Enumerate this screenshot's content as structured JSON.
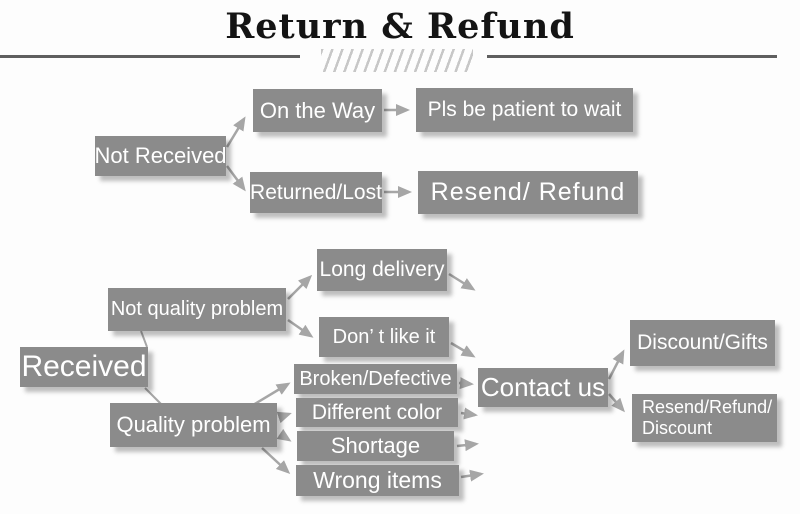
{
  "title": "Return & Refund",
  "colors": {
    "box_fill": "#8b8b8b",
    "box_text": "#ffffff",
    "arrow": "#a6a6a6",
    "rule": "#5f5f5f",
    "hatch": "#c7c7c7",
    "title_text": "#141414"
  },
  "nodes": {
    "not_received": "Not Received",
    "on_the_way": "On the Way",
    "patient": "Pls be patient to wait",
    "returned_lost": "Returned/Lost",
    "resend_refund": "Resend/ Refund",
    "received": "Received",
    "not_quality": "Not quality problem",
    "long_delivery": "Long delivery",
    "dont_like": "Don’ t like it",
    "quality": "Quality problem",
    "broken": "Broken/Defective",
    "different_color": "Different color",
    "shortage": "Shortage",
    "wrong_items": "Wrong items",
    "contact": "Contact us",
    "discount_gifts": "Discount/Gifts",
    "resend_refund_discount": "Resend/Refund/\nDiscount"
  },
  "edges": [
    {
      "from": "Not Received",
      "to": "On the Way"
    },
    {
      "from": "Not Received",
      "to": "Returned/Lost"
    },
    {
      "from": "On the Way",
      "to": "Pls be patient to wait"
    },
    {
      "from": "Returned/Lost",
      "to": "Resend/ Refund"
    },
    {
      "from": "Received",
      "to": "Not quality problem"
    },
    {
      "from": "Received",
      "to": "Quality problem"
    },
    {
      "from": "Not quality problem",
      "to": "Long delivery"
    },
    {
      "from": "Not quality problem",
      "to": "Don’ t like it"
    },
    {
      "from": "Don’ t like it",
      "to": "Contact us"
    },
    {
      "from": "Quality problem",
      "to": "Broken/Defective"
    },
    {
      "from": "Quality problem",
      "to": "Different color"
    },
    {
      "from": "Quality problem",
      "to": "Shortage"
    },
    {
      "from": "Quality problem",
      "to": "Wrong items"
    },
    {
      "from": "Broken/Defective",
      "to": "Contact us"
    },
    {
      "from": "Contact us",
      "to": "Discount/Gifts"
    },
    {
      "from": "Contact us",
      "to": "Resend/Refund/Discount"
    }
  ]
}
